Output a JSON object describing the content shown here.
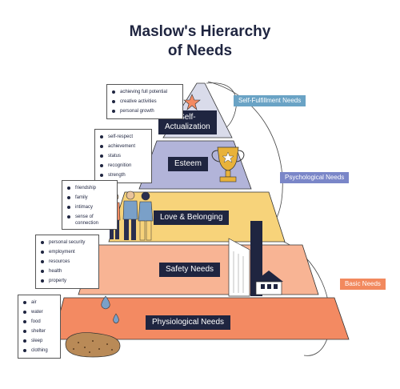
{
  "title": {
    "line1": "Maslow's Hierarchy",
    "line2": "of Needs"
  },
  "levels": {
    "self_actualization": {
      "label_line1": "Self-",
      "label_line2": "Actualization",
      "color": "#d9dbea",
      "items": [
        "achieving full potential",
        "creative activities",
        "personal growth"
      ]
    },
    "esteem": {
      "label": "Esteem",
      "color": "#b2b4d9",
      "items": [
        "self-respect",
        "achievement",
        "status",
        "recognition",
        "strength"
      ]
    },
    "love": {
      "label": "Love & Belonging",
      "color": "#f7d37a",
      "items": [
        "friendship",
        "family",
        "intimacy",
        "sense of connection"
      ]
    },
    "safety": {
      "label": "Safety Needs",
      "color": "#f8b494",
      "items": [
        "personal security",
        "employment",
        "resources",
        "health",
        "property"
      ]
    },
    "physiological": {
      "label": "Physiological Needs",
      "color": "#f38a62",
      "items": [
        "air",
        "water",
        "food",
        "shelter",
        "sleep",
        "clothing"
      ]
    }
  },
  "categories": {
    "self_fulfillment": {
      "label": "Self-Fulfillment Needs",
      "color": "#6aa3c5"
    },
    "psychological": {
      "label": "Psychological Needs",
      "color": "#7a86c8"
    },
    "basic": {
      "label": "Basic Needs",
      "color": "#f2895e"
    }
  },
  "stock_id": "1938447852",
  "icons": [
    "star-icon",
    "trophy-icon",
    "people-icon",
    "buildings-icon",
    "house-icon",
    "water-drops-icon",
    "bread-icon"
  ]
}
